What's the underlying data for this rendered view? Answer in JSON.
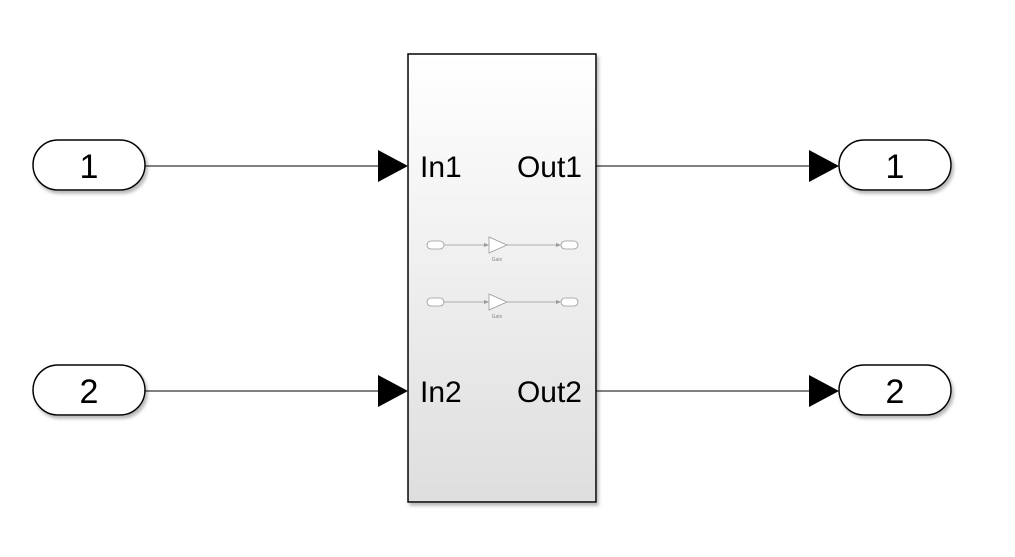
{
  "diagram": {
    "inports": [
      {
        "label": "1"
      },
      {
        "label": "2"
      }
    ],
    "outports": [
      {
        "label": "1"
      },
      {
        "label": "2"
      }
    ],
    "subsystem": {
      "inputs": [
        "In1",
        "In2"
      ],
      "outputs": [
        "Out1",
        "Out2"
      ],
      "thumbnail_gain_labels": [
        "Gain",
        "Gain"
      ]
    }
  }
}
